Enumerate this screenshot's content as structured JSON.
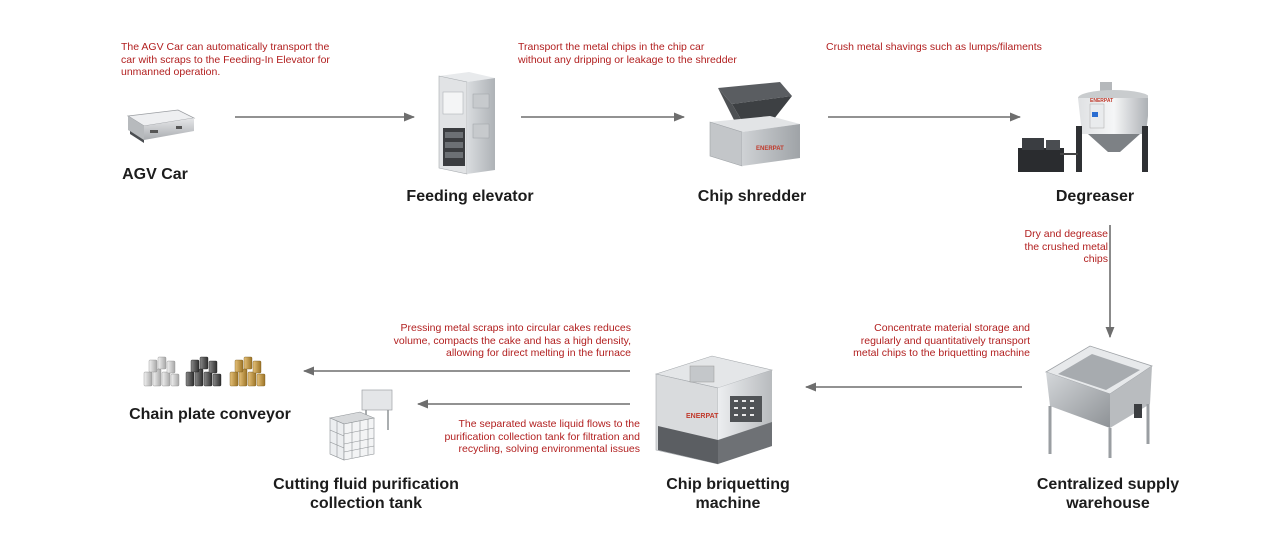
{
  "diagram": {
    "nodes": [
      {
        "id": "agv",
        "label": [
          "AGV Car"
        ],
        "icon": "agv-car-icon"
      },
      {
        "id": "elevator",
        "label": [
          "Feeding elevator"
        ],
        "icon": "feeding-elevator-icon"
      },
      {
        "id": "shredder",
        "label": [
          "Chip shredder"
        ],
        "icon": "chip-shredder-icon",
        "brand": "ENERPAT"
      },
      {
        "id": "degreaser",
        "label": [
          "Degreaser"
        ],
        "icon": "degreaser-icon",
        "brand": "ENERPAT"
      },
      {
        "id": "warehouse",
        "label": [
          "Centralized supply",
          "warehouse"
        ],
        "icon": "supply-warehouse-icon"
      },
      {
        "id": "briquetting",
        "label": [
          "Chip briquetting",
          "machine"
        ],
        "icon": "briquetting-machine-icon",
        "brand": "ENERPAT"
      },
      {
        "id": "tank",
        "label": [
          "Cutting fluid purification",
          "collection tank"
        ],
        "icon": "purification-tank-icon"
      },
      {
        "id": "conveyor",
        "label": [
          "Chain plate conveyor"
        ],
        "icon": "metal-cakes-icon"
      }
    ],
    "annotations": {
      "agv": [
        "The AGV Car can automatically transport the",
        "car with scraps to the Feeding-In Elevator for",
        "unmanned operation."
      ],
      "elevator": [
        "Transport the metal chips in the chip car",
        "without any dripping or leakage to the shredder"
      ],
      "shredder": [
        "Crush metal shavings such as lumps/filaments"
      ],
      "degreaser": [
        "Dry and degrease",
        "the crushed metal",
        "chips"
      ],
      "warehouse": [
        "Concentrate material storage and",
        "regularly and quantitatively transport",
        "metal chips to the briquetting machine"
      ],
      "briquetting": [
        "Pressing metal scraps into circular cakes reduces",
        "volume, compacts the cake and has a high density,",
        "allowing for direct melting in the furnace"
      ],
      "tank": [
        "The separated waste liquid flows to the",
        "purification collection tank for filtration and",
        "recycling, solving environmental issues"
      ]
    },
    "edges": [
      {
        "from": "agv",
        "to": "elevator"
      },
      {
        "from": "elevator",
        "to": "shredder"
      },
      {
        "from": "shredder",
        "to": "degreaser"
      },
      {
        "from": "degreaser",
        "to": "warehouse"
      },
      {
        "from": "warehouse",
        "to": "briquetting"
      },
      {
        "from": "briquetting",
        "to": "conveyor"
      },
      {
        "from": "briquetting",
        "to": "tank"
      }
    ],
    "colors": {
      "annotation": "#b22020",
      "arrow": "#6e6e6e",
      "label": "#1c1c1c"
    }
  }
}
